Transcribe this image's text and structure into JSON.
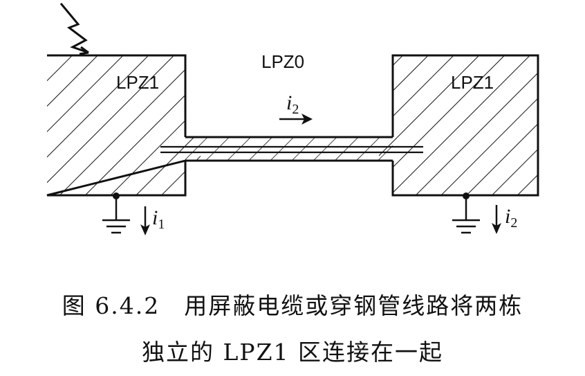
{
  "labels": {
    "zone_outer": "LPZ0",
    "zone_left": "LPZ1",
    "zone_right": "LPZ1"
  },
  "currents": {
    "cable": {
      "symbol": "i",
      "subscript": "2"
    },
    "left_ground": {
      "symbol": "i",
      "subscript": "1"
    },
    "right_ground": {
      "symbol": "i",
      "subscript": "2"
    }
  },
  "caption": {
    "line1": "图 6.4.2　用屏蔽电缆或穿钢管线路将两栋",
    "line2": "独立的 LPZ1 区连接在一起"
  },
  "icons": {
    "strike": "lightning-bolt-icon",
    "ground": "ground-symbol-icon"
  },
  "colors": {
    "ink": "#111111",
    "background": "#ffffff"
  }
}
